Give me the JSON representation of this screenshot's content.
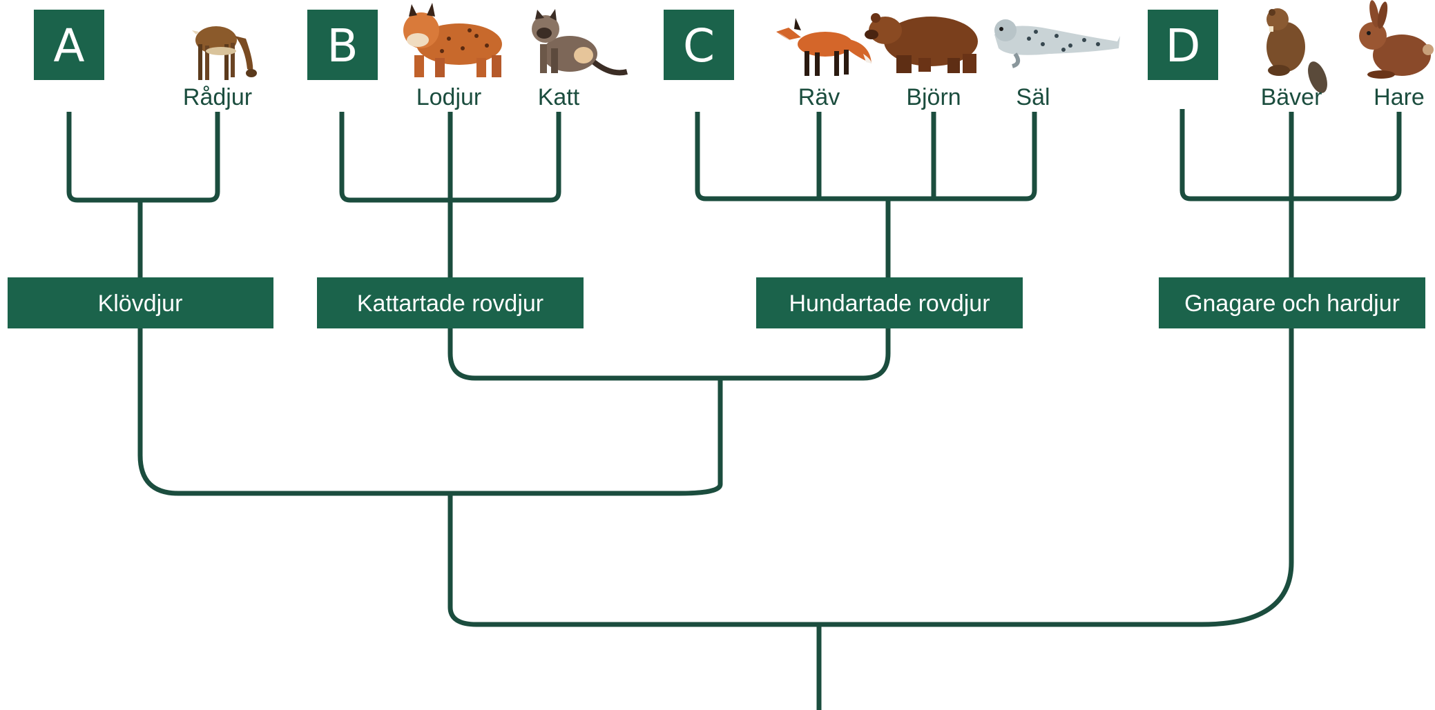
{
  "letters": {
    "a": "A",
    "b": "B",
    "c": "C",
    "d": "D"
  },
  "animals": {
    "radjur": "Rådjur",
    "lodjur": "Lodjur",
    "katt": "Katt",
    "rav": "Räv",
    "bjorn": "Björn",
    "sal": "Säl",
    "baver": "Bäver",
    "hare": "Hare"
  },
  "groups": {
    "klovdjur": "Klövdjur",
    "kattartade": "Kattartade rovdjur",
    "hundartade": "Hundartade rovdjur",
    "gnagare": "Gnagare och hardjur"
  },
  "colors": {
    "box": "#1b634b",
    "line": "#1b4d3e",
    "box_text": "#ffffff"
  },
  "icons": [
    "deer-icon",
    "lynx-icon",
    "cat-icon",
    "fox-icon",
    "bear-icon",
    "seal-icon",
    "beaver-icon",
    "hare-icon"
  ]
}
